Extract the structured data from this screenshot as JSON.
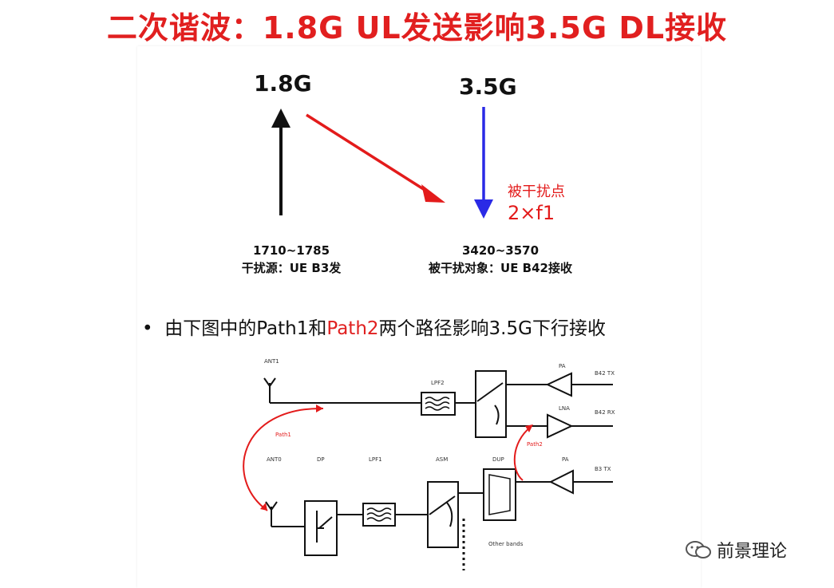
{
  "title": "二次谐波：1.8G UL发送影响3.5G DL接收",
  "top": {
    "f1_label": "1.8G",
    "f2_label": "3.5G",
    "interfered_point": "被干扰点",
    "two_f1": "2×f1",
    "f1_range": "1710~1785",
    "f1_source": "干扰源：UE B3发",
    "f2_range": "3420~3570",
    "f2_target": "被干扰对象：UE B42接收"
  },
  "bullet": {
    "dot": "•",
    "text1": "由下图中的Path1和",
    "text2": "Path2",
    "text3": "两个路径影响3.5G下行接收"
  },
  "diagram": {
    "ant1": "ANT1",
    "ant0": "ANT0",
    "lpf2": "LPF2",
    "b42tx": "B42 TX",
    "b42rx": "B42 RX",
    "b3tx": "B3 TX",
    "pa": "PA",
    "lna": "LNA",
    "path1": "Path1",
    "path2": "Path2",
    "dp": "DP",
    "lpf1": "LPF1",
    "asm": "ASM",
    "dup": "DUP",
    "pa2": "PA",
    "other": "Other bands"
  },
  "watermark": "前景理论",
  "colors": {
    "red": "#e31b1b",
    "blue": "#2a2ae6",
    "black": "#111111"
  }
}
